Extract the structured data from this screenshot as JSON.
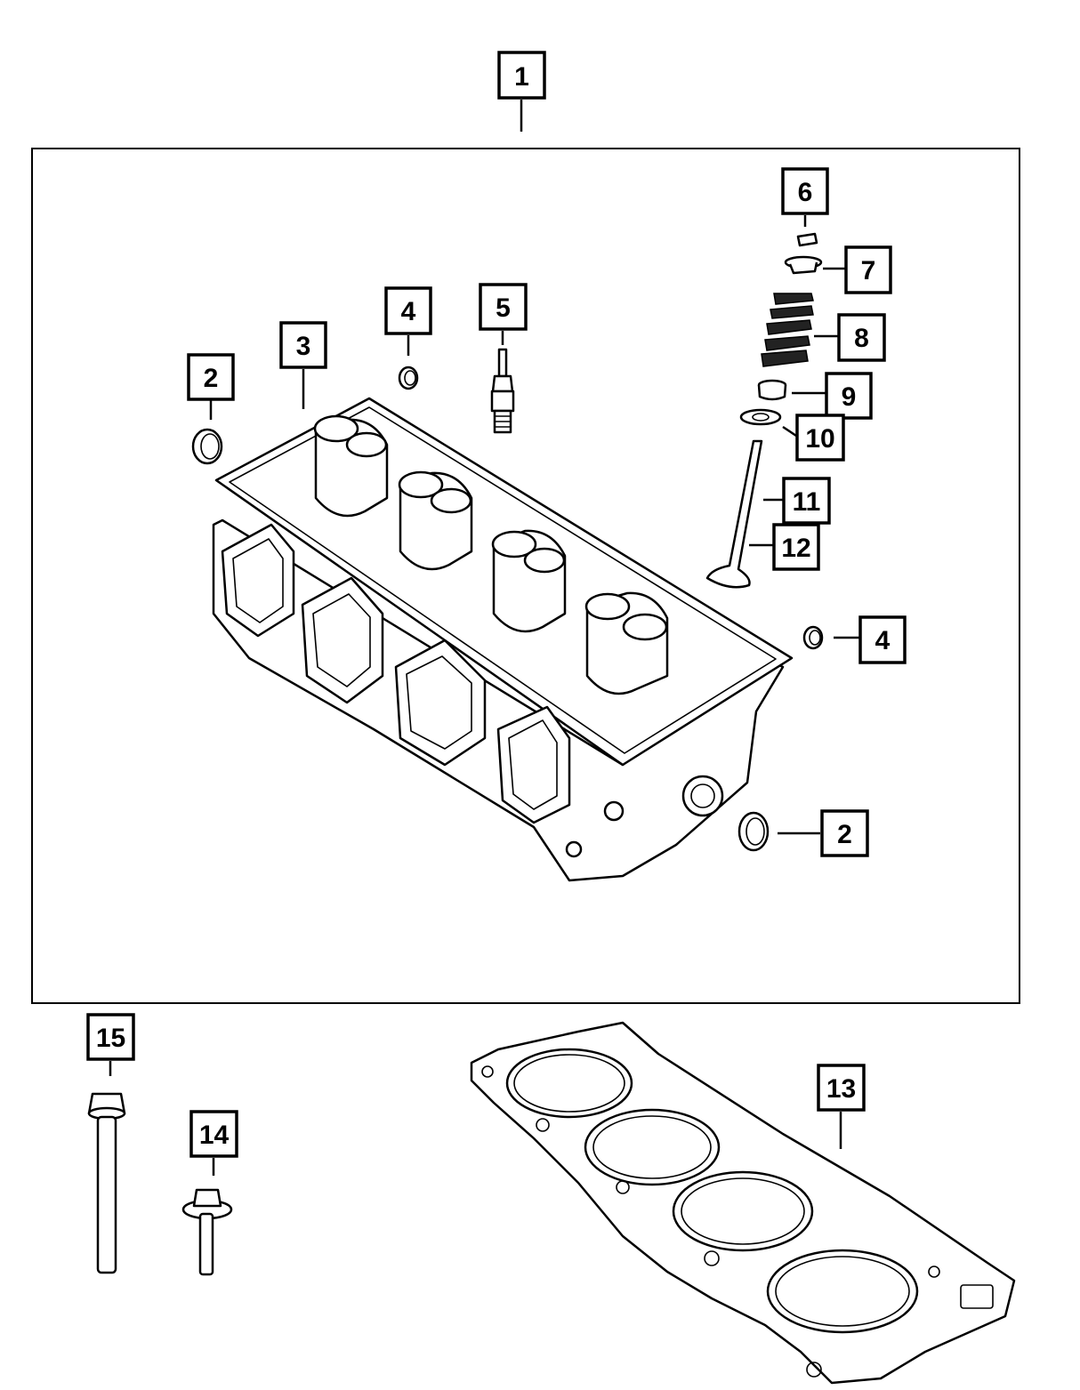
{
  "diagram": {
    "callouts": [
      {
        "id": "c1",
        "label": "1"
      },
      {
        "id": "c2a",
        "label": "2"
      },
      {
        "id": "c2b",
        "label": "2"
      },
      {
        "id": "c3",
        "label": "3"
      },
      {
        "id": "c4a",
        "label": "4"
      },
      {
        "id": "c4b",
        "label": "4"
      },
      {
        "id": "c5",
        "label": "5"
      },
      {
        "id": "c6",
        "label": "6"
      },
      {
        "id": "c7",
        "label": "7"
      },
      {
        "id": "c8",
        "label": "8"
      },
      {
        "id": "c9",
        "label": "9"
      },
      {
        "id": "c10",
        "label": "10"
      },
      {
        "id": "c11",
        "label": "11"
      },
      {
        "id": "c12",
        "label": "12"
      },
      {
        "id": "c13",
        "label": "13"
      },
      {
        "id": "c14",
        "label": "14"
      },
      {
        "id": "c15",
        "label": "15"
      }
    ],
    "colors": {
      "line": "#000000",
      "fill": "#ffffff"
    }
  }
}
